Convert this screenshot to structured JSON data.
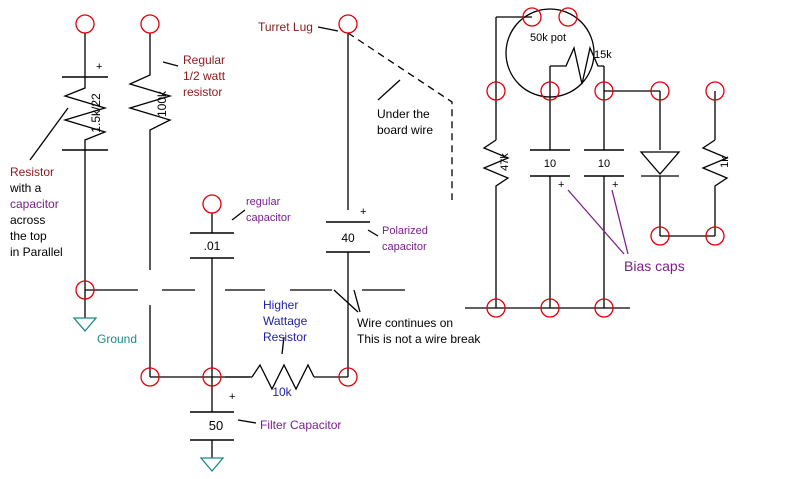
{
  "colors": {
    "wire": "#000000",
    "lug": "#e0000b",
    "text_black": "#000000",
    "text_dark_red": "#8b1a1a",
    "text_purple": "#7a1f8a",
    "text_blue": "#1f1fa8",
    "text_teal": "#1c8a8a",
    "ground": "#1c8a8a"
  },
  "components": {
    "resistor_cap_parallel": "1.5k/22",
    "resistor_half_watt": "100k",
    "cap_small": ".01",
    "cap_polarized": "40",
    "cap_filter": "50",
    "resistor_high_wattage": "10k",
    "resistor_47k": "47k",
    "bias_cap_1": "10",
    "bias_cap_2": "10",
    "pot": "50k pot",
    "pot_resistor": "15k",
    "resistor_1k": "1k",
    "plus_sign": "+"
  },
  "annotations": {
    "turret_lug": "Turret Lug",
    "regular_resistor": [
      "Regular",
      "1/2 watt",
      "resistor"
    ],
    "under_board_wire": [
      "Under the",
      "board wire"
    ],
    "resistor_capacitor": [
      "Resistor",
      "with a",
      "capacitor",
      "across",
      "the top",
      "in Parallel"
    ],
    "regular_capacitor": [
      "regular",
      "capacitor"
    ],
    "polarized_capacitor": [
      "Polarized",
      "capacitor"
    ],
    "ground": "Ground",
    "higher_wattage": [
      "Higher",
      "Wattage",
      "Resistor"
    ],
    "wire_continues": [
      "Wire continues on",
      "This is not a wire break"
    ],
    "filter_capacitor": "Filter Capacitor",
    "bias_caps": "Bias caps"
  }
}
